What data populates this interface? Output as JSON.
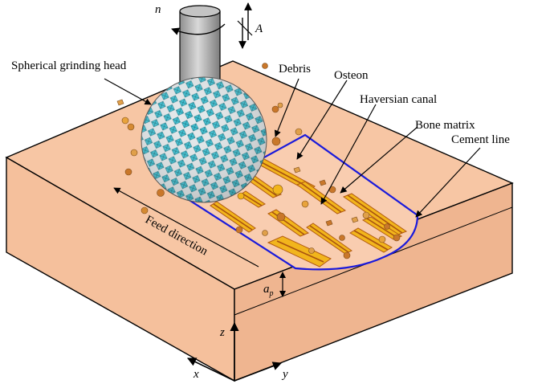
{
  "labels": {
    "grinding_head": "Spherical grinding head",
    "debris": "Debris",
    "osteon": "Osteon",
    "haversian_canal": "Haversian canal",
    "bone_matrix": "Bone matrix",
    "cement_line": "Cement line",
    "feed_direction": "Feed direction"
  },
  "axes": {
    "n": "n",
    "A": "A",
    "ap_main": "a",
    "ap_sub": "p",
    "z": "z",
    "x": "x",
    "y": "y"
  },
  "colors": {
    "block_top": "#f7c6a4",
    "block_left": "#f5c09c",
    "block_right": "#efb590",
    "outline": "#000000",
    "groove_outline": "#1a1adb",
    "osteon_fill": "#f2b51c",
    "osteon_edge": "#b25a10",
    "canal": "#a8520f",
    "debris": "#c9772a",
    "ball": "#dfe4e6",
    "ball_facet": "#34c2d6",
    "shaft": "#b3b3b3"
  },
  "icons": [
    "rotation-arrow-icon",
    "vertical-double-arrow-icon"
  ]
}
